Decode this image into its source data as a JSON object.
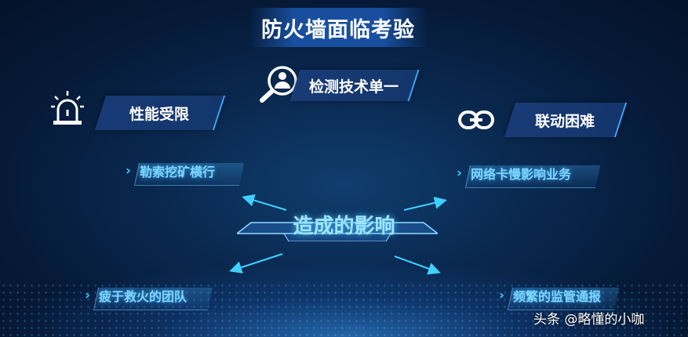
{
  "title": "防火墙面临考验",
  "challenges": {
    "performance": "性能受限",
    "detection": "检测技术单一",
    "linkage": "联动困难"
  },
  "center": "造成的影响",
  "effects": [
    "勒索挖矿横行",
    "网络卡慢影响业务",
    "疲于救火的团队",
    "频繁的监管通报"
  ],
  "watermark": "头条 @略懂的小咖",
  "icons": [
    "alarm-light-icon",
    "search-user-icon",
    "link-icon"
  ],
  "colors": {
    "accent": "#2fc6ff",
    "background": "#0a2a52"
  }
}
